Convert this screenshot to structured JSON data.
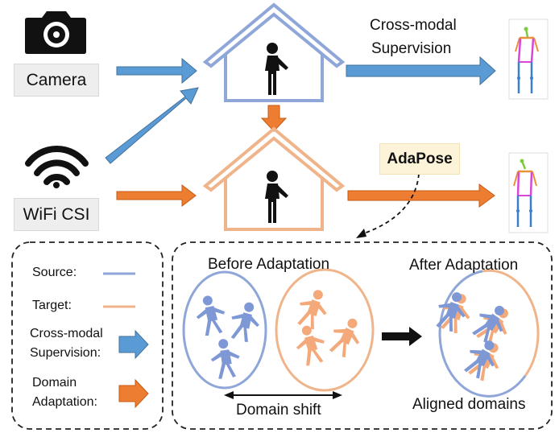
{
  "inputs": {
    "camera_label": "Camera",
    "wifi_label": "WiFi CSI"
  },
  "top_path": {
    "supervision_label_line1": "Cross-modal",
    "supervision_label_line2": "Supervision"
  },
  "method": {
    "name": "AdaPose"
  },
  "legend": {
    "source_label": "Source:",
    "target_label": "Target:",
    "cross_modal_line1": "Cross-modal",
    "cross_modal_line2": "Supervision:",
    "domain_adapt_line1": "Domain",
    "domain_adapt_line2": "Adaptation:"
  },
  "adaptation": {
    "before_title": "Before Adaptation",
    "after_title": "After Adaptation",
    "domain_shift_label": "Domain shift",
    "aligned_label": "Aligned domains"
  },
  "colors": {
    "source": "#8fa6d8",
    "target": "#f0b48a",
    "supervision_arrow": "#5b9bd5",
    "adaptation_arrow": "#ed7d31",
    "source_person": "#7e98d6",
    "target_person": "#f4a97a"
  }
}
